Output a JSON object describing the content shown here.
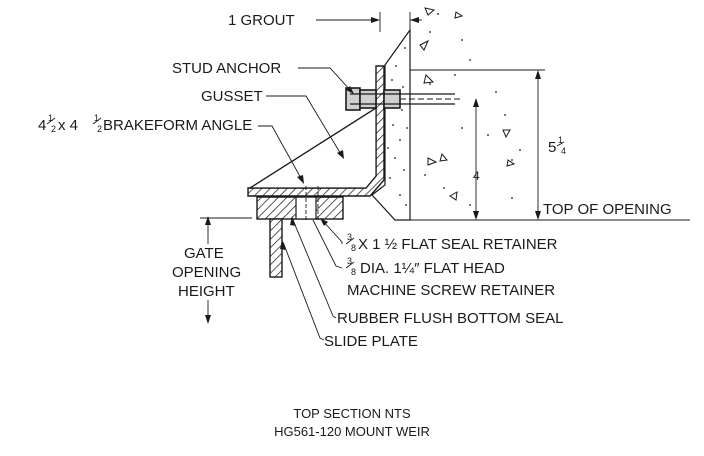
{
  "labels": {
    "grout": "1 GROUT",
    "stud_anchor": "STUD ANCHOR",
    "gusset": "GUSSET",
    "angle_prefix": "4",
    "angle_rest": " x 4 ",
    "angle_tail": " BRAKEFORM ANGLE",
    "dim_5_whole": "5",
    "dim_4": "4",
    "top_of_opening": "TOP OF OPENING",
    "gate_1": "GATE",
    "gate_2": "OPENING",
    "gate_3": "HEIGHT",
    "seal_retainer": "X 1 ½ FLAT SEAL RETAINER",
    "screw_1": "DIA. 1¼″ FLAT HEAD",
    "screw_2": "MACHINE SCREW RETAINER",
    "rubber_seal": "RUBBER FLUSH BOTTOM SEAL",
    "slide_plate": "SLIDE PLATE"
  },
  "fractions": {
    "half": {
      "num": "1",
      "den": "2"
    },
    "quarter": {
      "num": "1",
      "den": "4"
    },
    "three_eighths": {
      "num": "3",
      "den": "8"
    }
  },
  "caption": {
    "line1": "TOP SECTION NTS",
    "line2": "HG561-120 MOUNT WEIR"
  }
}
